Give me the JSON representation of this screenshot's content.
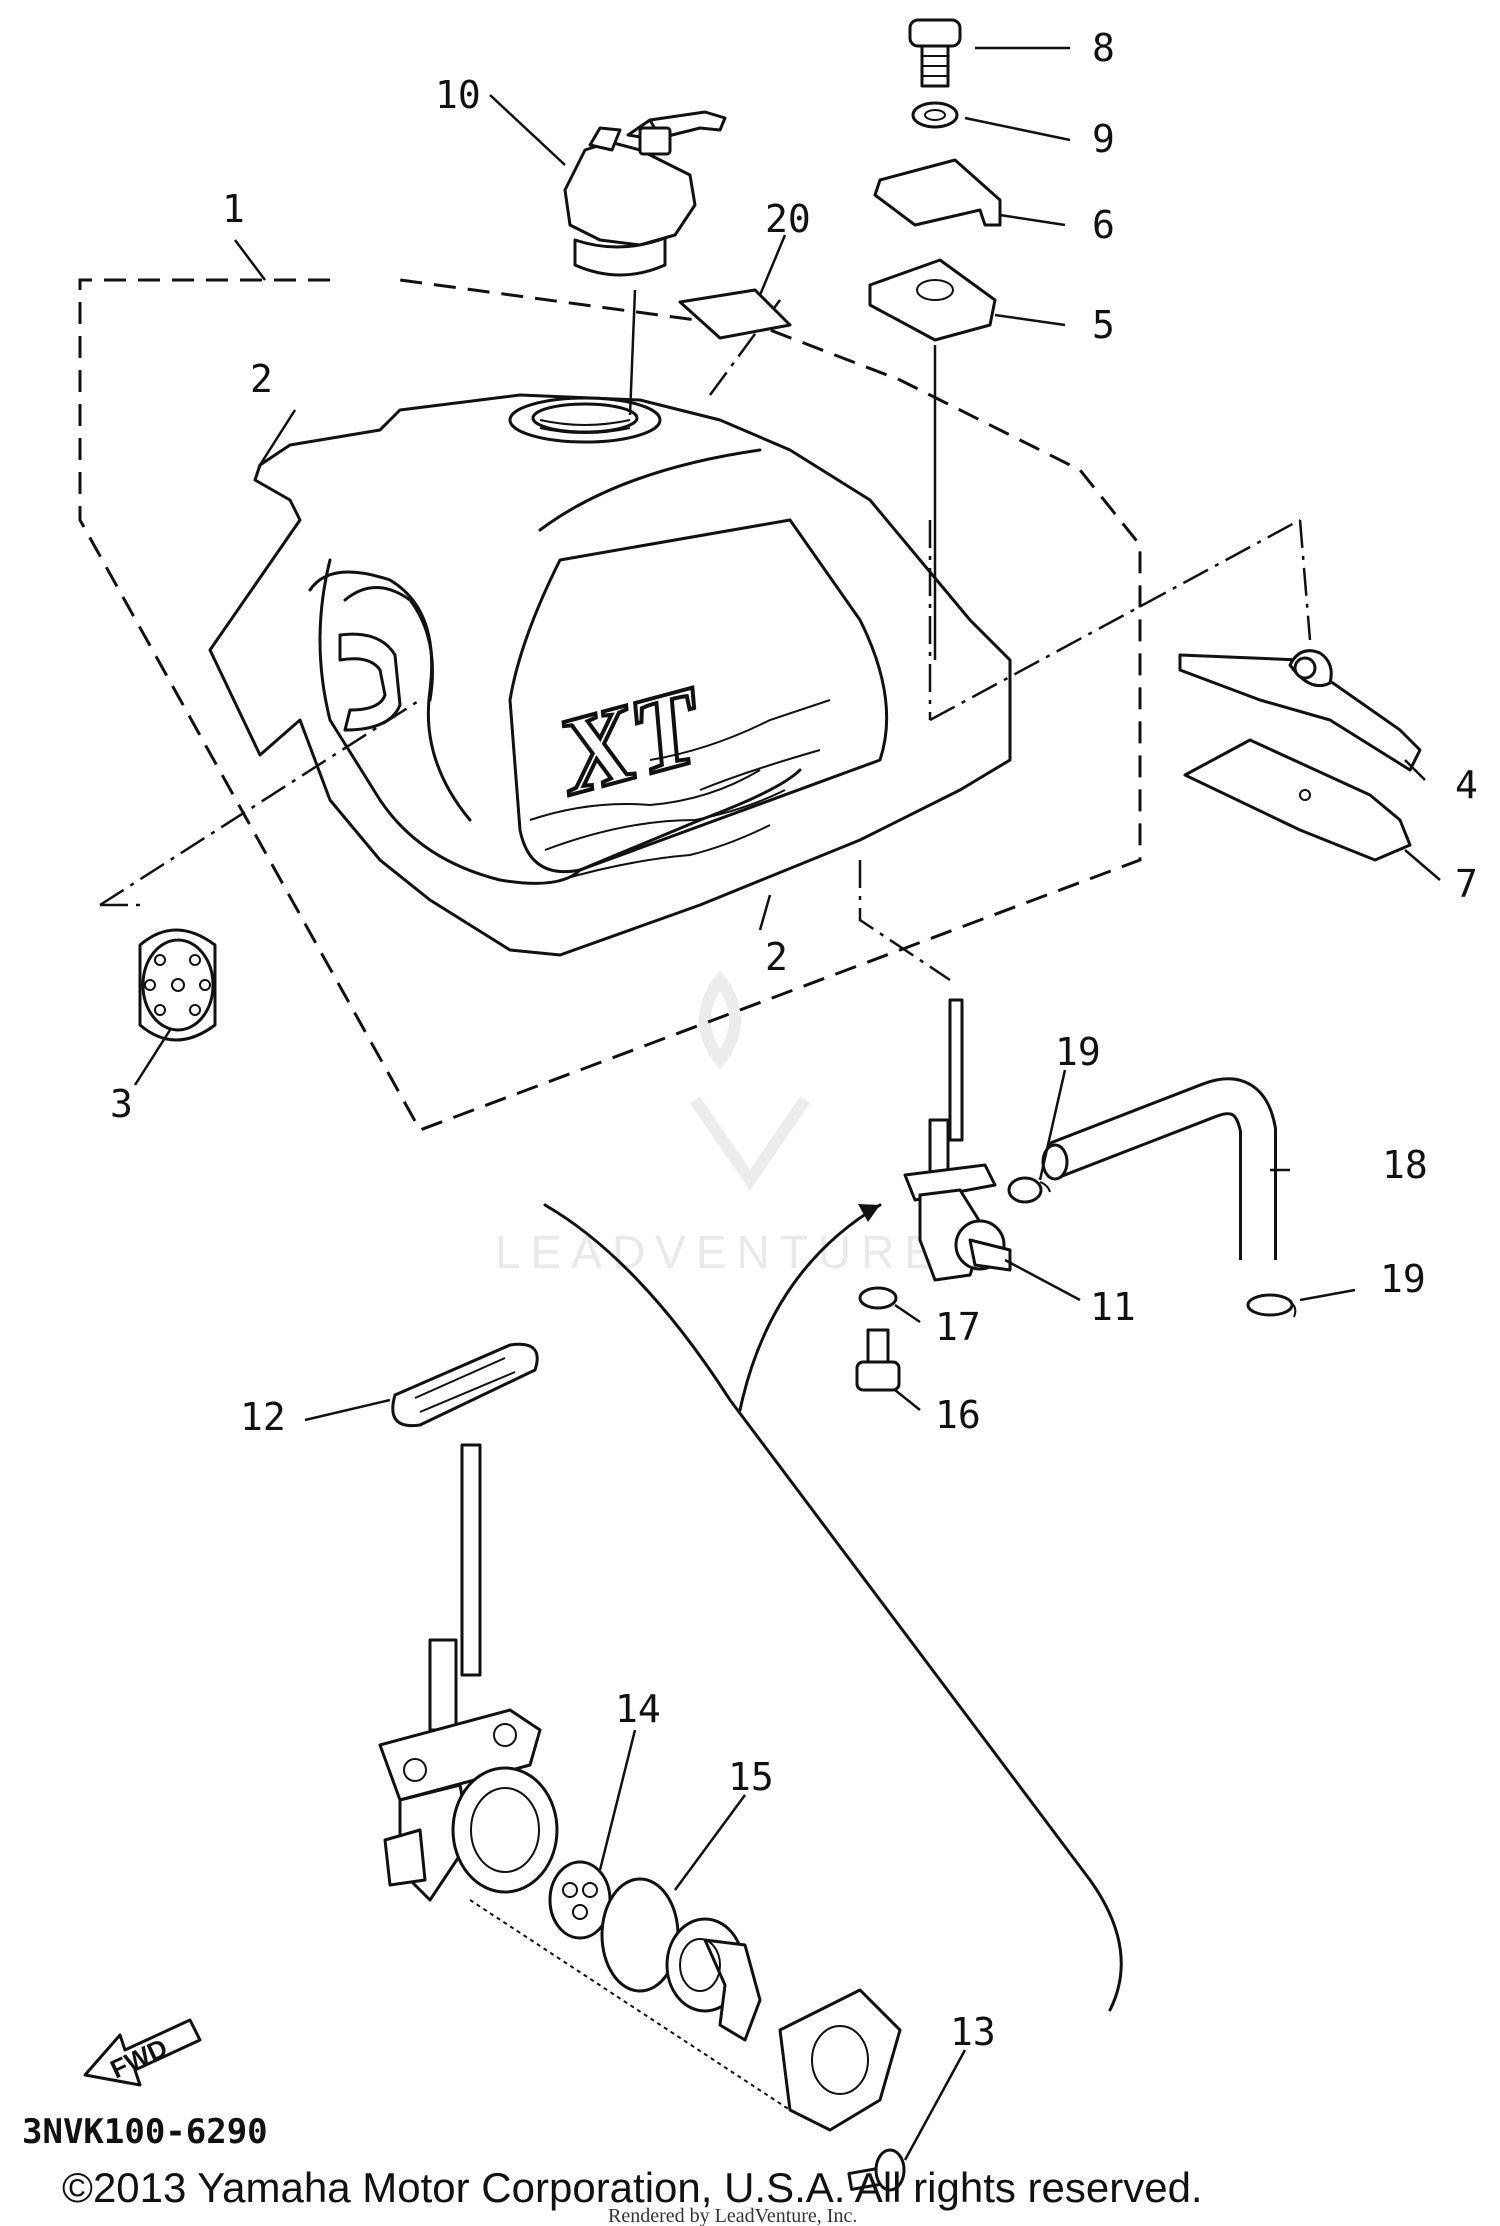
{
  "diagram": {
    "callouts": {
      "c1": "1",
      "c2a": "2",
      "c2b": "2",
      "c3": "3",
      "c4": "4",
      "c5": "5",
      "c6": "6",
      "c7": "7",
      "c8": "8",
      "c9": "9",
      "c10": "10",
      "c11": "11",
      "c12": "12",
      "c13": "13",
      "c14": "14",
      "c15": "15",
      "c16": "16",
      "c17": "17",
      "c18": "18",
      "c19a": "19",
      "c19b": "19",
      "c20": "20"
    },
    "tank_logo": "XT",
    "fwd_label": "FWD",
    "drawing_code": "3NVK100-6290",
    "watermark": "LEADVENTURE",
    "copyright": "©2013 Yamaha Motor Corporation, U.S.A. All rights reserved.",
    "rendered_by": "Rendered by LeadVenture, Inc."
  }
}
